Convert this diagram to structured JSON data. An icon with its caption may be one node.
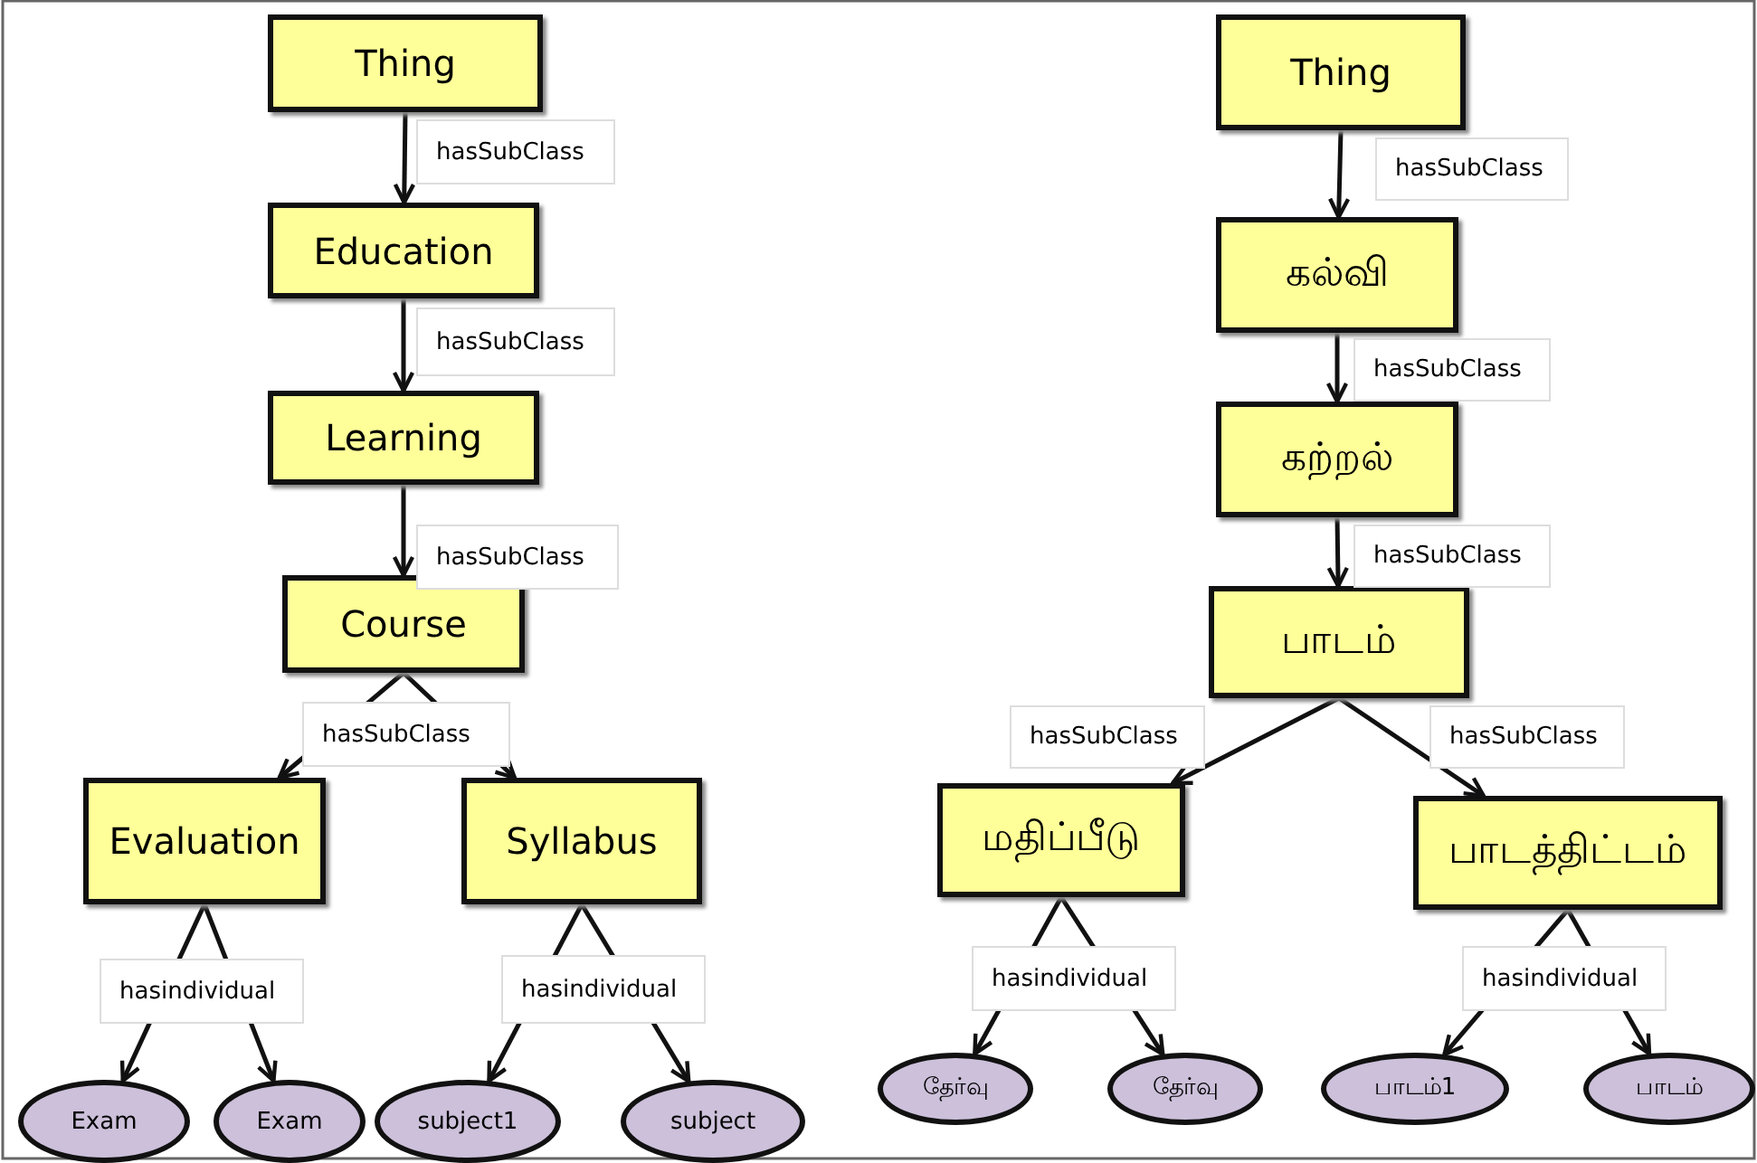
{
  "diagram": {
    "nodes": [
      {
        "text": [
          "Thing"
        ]
      },
      {
        "text": [
          "Education"
        ]
      },
      {
        "text": [
          "Learning"
        ]
      },
      {
        "text": [
          "Course"
        ]
      },
      {
        "text": [
          "Evaluation"
        ]
      },
      {
        "text": [
          "Syllabus"
        ]
      },
      {
        "text": [
          "Exam"
        ]
      },
      {
        "text": [
          "Exam"
        ]
      },
      {
        "text": [
          "subject1"
        ]
      },
      {
        "text": [
          "subject"
        ]
      },
      {
        "text": [
          "Thing"
        ]
      },
      {
        "text": [
          "கல்வி"
        ]
      },
      {
        "text": [
          "கற்றல்"
        ]
      },
      {
        "text": [
          "பாடம்"
        ]
      },
      {
        "text": [
          "மதிப்பீடு"
        ]
      },
      {
        "text": [
          "பாடத்திட்டம்"
        ]
      },
      {
        "text": [
          "தேர்வு"
        ]
      },
      {
        "text": [
          "தேர்வு"
        ]
      },
      {
        "text": [
          "பாடம்1"
        ]
      },
      {
        "text": [
          "பாடம்"
        ]
      }
    ],
    "edges": [
      {
        "from": 0,
        "to": 1,
        "arrow": "to",
        "label": "hasSubClass"
      },
      {
        "from": 1,
        "to": 2,
        "arrow": "to",
        "label": "hasSubClass"
      },
      {
        "from": 2,
        "to": 3,
        "arrow": "to",
        "label": "hasSubClass"
      },
      {
        "from": 3,
        "to": 4,
        "arrow": "to",
        "label": "hasSubClass"
      },
      {
        "from": 3,
        "to": 5,
        "arrow": "to"
      },
      {
        "from": 4,
        "to": 6,
        "arrow": "to",
        "label": "hasindividual"
      },
      {
        "from": 4,
        "to": 7,
        "arrow": "to"
      },
      {
        "from": 5,
        "to": 8,
        "arrow": "to",
        "label": "hasindividual"
      },
      {
        "from": 5,
        "to": 9,
        "arrow": "to"
      },
      {
        "from": 10,
        "to": 11,
        "arrow": "to",
        "label": "hasSubClass"
      },
      {
        "from": 11,
        "to": 12,
        "arrow": "to",
        "label": "hasSubClass"
      },
      {
        "from": 12,
        "to": 13,
        "arrow": "to",
        "label": "hasSubClass"
      },
      {
        "from": 13,
        "to": 14,
        "arrow": "to",
        "label": "hasSubClass"
      },
      {
        "from": 13,
        "to": 15,
        "arrow": "to",
        "label": "hasSubClass"
      },
      {
        "from": 14,
        "to": 16,
        "arrow": "to",
        "label": "hasindividual"
      },
      {
        "from": 14,
        "to": 17,
        "arrow": "to"
      },
      {
        "from": 15,
        "to": 18,
        "arrow": "to",
        "label": "hasindividual"
      },
      {
        "from": 15,
        "to": 19,
        "arrow": "to"
      }
    ]
  }
}
